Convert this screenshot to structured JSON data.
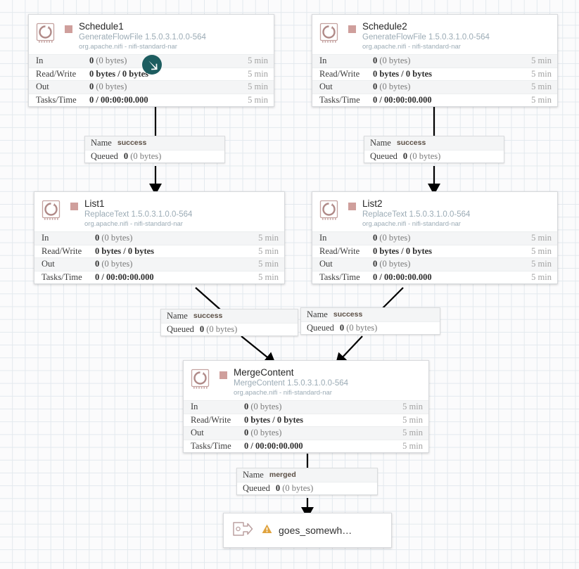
{
  "canvas": {
    "grid_color": "#e3e9ee",
    "background": "#fbfbfc",
    "edge_color": "#000000",
    "run_status_color": "#cf9f9c",
    "type_text_color": "#9babb5",
    "cursor_color": "#1d5d60"
  },
  "processors": [
    {
      "id": "schedule1",
      "name": "Schedule1",
      "type": "GenerateFlowFile 1.5.0.3.1.0.0-564",
      "bundle": "org.apache.nifi - nifi-standard-nar",
      "icon": "processor-icon",
      "status_icon": "stopped-square-icon",
      "stats": [
        {
          "label": "In",
          "value": "0",
          "detail": "(0 bytes)",
          "time": "5 min"
        },
        {
          "label": "Read/Write",
          "value": "0 bytes / 0 bytes",
          "detail": "",
          "time": "5 min"
        },
        {
          "label": "Out",
          "value": "0",
          "detail": "(0 bytes)",
          "time": "5 min"
        },
        {
          "label": "Tasks/Time",
          "value": "0 / 00:00:00.000",
          "detail": "",
          "time": "5 min"
        }
      ]
    },
    {
      "id": "schedule2",
      "name": "Schedule2",
      "type": "GenerateFlowFile 1.5.0.3.1.0.0-564",
      "bundle": "org.apache.nifi - nifi-standard-nar",
      "icon": "processor-icon",
      "status_icon": "stopped-square-icon",
      "stats": [
        {
          "label": "In",
          "value": "0",
          "detail": "(0 bytes)",
          "time": "5 min"
        },
        {
          "label": "Read/Write",
          "value": "0 bytes / 0 bytes",
          "detail": "",
          "time": "5 min"
        },
        {
          "label": "Out",
          "value": "0",
          "detail": "(0 bytes)",
          "time": "5 min"
        },
        {
          "label": "Tasks/Time",
          "value": "0 / 00:00:00.000",
          "detail": "",
          "time": "5 min"
        }
      ]
    },
    {
      "id": "list1",
      "name": "List1",
      "type": "ReplaceText 1.5.0.3.1.0.0-564",
      "bundle": "org.apache.nifi - nifi-standard-nar",
      "icon": "processor-icon",
      "status_icon": "stopped-square-icon",
      "stats": [
        {
          "label": "In",
          "value": "0",
          "detail": "(0 bytes)",
          "time": "5 min"
        },
        {
          "label": "Read/Write",
          "value": "0 bytes / 0 bytes",
          "detail": "",
          "time": "5 min"
        },
        {
          "label": "Out",
          "value": "0",
          "detail": "(0 bytes)",
          "time": "5 min"
        },
        {
          "label": "Tasks/Time",
          "value": "0 / 00:00:00.000",
          "detail": "",
          "time": "5 min"
        }
      ]
    },
    {
      "id": "list2",
      "name": "List2",
      "type": "ReplaceText 1.5.0.3.1.0.0-564",
      "bundle": "org.apache.nifi - nifi-standard-nar",
      "icon": "processor-icon",
      "status_icon": "stopped-square-icon",
      "stats": [
        {
          "label": "In",
          "value": "0",
          "detail": "(0 bytes)",
          "time": "5 min"
        },
        {
          "label": "Read/Write",
          "value": "0 bytes / 0 bytes",
          "detail": "",
          "time": "5 min"
        },
        {
          "label": "Out",
          "value": "0",
          "detail": "(0 bytes)",
          "time": "5 min"
        },
        {
          "label": "Tasks/Time",
          "value": "0 / 00:00:00.000",
          "detail": "",
          "time": "5 min"
        }
      ]
    },
    {
      "id": "mergecontent",
      "name": "MergeContent",
      "type": "MergeContent 1.5.0.3.1.0.0-564",
      "bundle": "org.apache.nifi - nifi-standard-nar",
      "icon": "processor-icon",
      "status_icon": "stopped-square-icon",
      "stats": [
        {
          "label": "In",
          "value": "0",
          "detail": "(0 bytes)",
          "time": "5 min"
        },
        {
          "label": "Read/Write",
          "value": "0 bytes / 0 bytes",
          "detail": "",
          "time": "5 min"
        },
        {
          "label": "Out",
          "value": "0",
          "detail": "(0 bytes)",
          "time": "5 min"
        },
        {
          "label": "Tasks/Time",
          "value": "0 / 00:00:00.000",
          "detail": "",
          "time": "5 min"
        }
      ]
    }
  ],
  "connections": [
    {
      "id": "conn-schedule1-list1",
      "name_label": "Name",
      "name_value": "success",
      "queued_label": "Queued",
      "queued_count": "0",
      "queued_size": "(0 bytes)"
    },
    {
      "id": "conn-schedule2-list2",
      "name_label": "Name",
      "name_value": "success",
      "queued_label": "Queued",
      "queued_count": "0",
      "queued_size": "(0 bytes)"
    },
    {
      "id": "conn-list1-merge",
      "name_label": "Name",
      "name_value": "success",
      "queued_label": "Queued",
      "queued_count": "0",
      "queued_size": "(0 bytes)"
    },
    {
      "id": "conn-list2-merge",
      "name_label": "Name",
      "name_value": "success",
      "queued_label": "Queued",
      "queued_count": "0",
      "queued_size": "(0 bytes)"
    },
    {
      "id": "conn-merge-port",
      "name_label": "Name",
      "name_value": "merged",
      "queued_label": "Queued",
      "queued_count": "0",
      "queued_size": "(0 bytes)"
    }
  ],
  "output_port": {
    "id": "goes-somewhere-port",
    "name": "goes_somewh…",
    "icon": "output-port-icon",
    "warning_icon": "warning-triangle-icon",
    "warning_color": "#e6a23c"
  },
  "cursor": {
    "icon": "cursor-arrow-icon"
  }
}
